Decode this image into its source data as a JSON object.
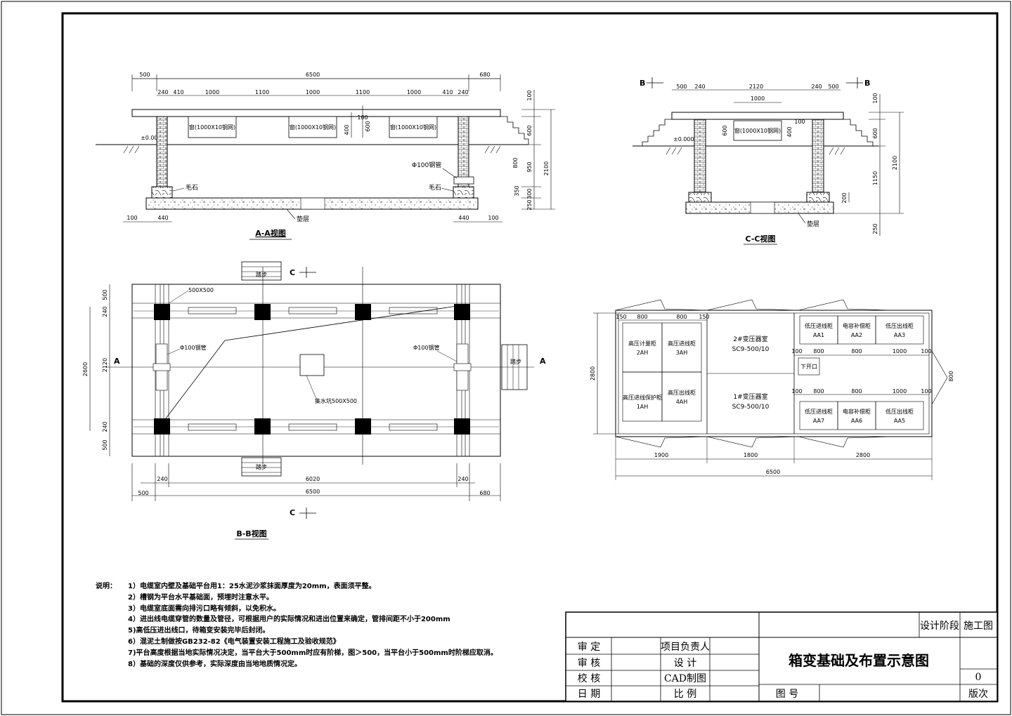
{
  "views": {
    "aa": {
      "title": "A-A视图",
      "top_dims": [
        "500",
        "6500",
        "680"
      ],
      "sub_dims": [
        "240",
        "410",
        "1000",
        "1100",
        "1000",
        "1100",
        "1000",
        "410",
        "240"
      ],
      "windows": [
        "窗(1000X10钢网)",
        "窗(1000X10钢网)",
        "窗(1000X10钢网)"
      ],
      "window_dims": [
        "100",
        "400",
        "600"
      ],
      "right_dims": [
        "100",
        "600",
        "800",
        "950",
        "350",
        "300",
        "250",
        "2100"
      ],
      "bottom_dims": [
        "100",
        "440",
        "440",
        "100"
      ],
      "stone_labels": [
        "毛石",
        "毛石"
      ],
      "pipe_label": "Φ100钢管",
      "ground_label": "±0.000",
      "base_label": "垫层"
    },
    "cc": {
      "title": "C-C视图",
      "section_marks": [
        "B",
        "B"
      ],
      "top_dims": [
        "500",
        "240",
        "2120",
        "240",
        "500"
      ],
      "window_width": "1000",
      "window_label": "窗(1000X10钢网)",
      "window_dims": [
        "100",
        "600",
        "400"
      ],
      "right_dims": [
        "100",
        "600",
        "1150",
        "250",
        "2100",
        "200"
      ],
      "ground_label": "±0.000",
      "base_label": "垫层"
    },
    "bb": {
      "title": "B-B视图",
      "section_marks": [
        "C",
        "C",
        "A",
        "A"
      ],
      "left_dims": [
        "500",
        "240",
        "2120",
        "2600",
        "240",
        "500"
      ],
      "bottom_dims": [
        "240",
        "6020",
        "240",
        "6500",
        "500",
        "680"
      ],
      "labels": {
        "column": "500X500",
        "left_pipe": "Φ100钢管",
        "right_pipe": "Φ100钢管",
        "sump": "集水坑500X500",
        "step_top": "踏步",
        "step_bottom": "踏步",
        "step_right": "踏步"
      }
    },
    "layout": {
      "top_dims": [
        "150",
        "800",
        "800",
        "150"
      ],
      "left_dim": "2800",
      "bottom_dims": [
        "1900",
        "1800",
        "2800"
      ],
      "total_dim": "6500",
      "hv_cabinets": [
        {
          "name": "高压计量柜",
          "code": "2AH"
        },
        {
          "name": "高压进线柜",
          "code": "3AH"
        },
        {
          "name": "高压进线保护柜",
          "code": "1AH"
        },
        {
          "name": "高压出线柜",
          "code": "4AH"
        }
      ],
      "transformers": [
        {
          "name": "2#变压器室",
          "model": "SC9-500/10"
        },
        {
          "name": "1#变压器室",
          "model": "SC9-500/10"
        }
      ],
      "lv_top": [
        {
          "name": "低压进线柜",
          "code": "AA1"
        },
        {
          "name": "电容补偿柜",
          "code": "AA2"
        },
        {
          "name": "低压出线柜",
          "code": "AA3"
        }
      ],
      "lv_bottom": [
        {
          "name": "低压进线柜",
          "code": "AA7"
        },
        {
          "name": "电容补偿柜",
          "code": "AA6"
        },
        {
          "name": "低压出线柜",
          "code": "AA5"
        }
      ],
      "lv_dims_top": [
        "100",
        "800",
        "800",
        "1000",
        "100"
      ],
      "lv_dims_bottom": [
        "100",
        "800",
        "800",
        "1000",
        "100"
      ],
      "side_dim": "800",
      "door_label": "下开口"
    }
  },
  "notes": {
    "heading": "说明：",
    "items": [
      "1）电缆室内壁及基础平台用1：25水泥沙浆抹面厚度为20mm，表面须平整。",
      "2）槽钢为平台水平基础面，预埋时注意水平。",
      "3）电缆室底面需向排污口略有倾斜，以免积水。",
      "4）进出线电缆穿管的数量及管径，可根据用户的实际情况和进出位置来确定，管排间距不小于200mm",
      "5)高低压进出线口，待箱变安装完毕后封闭。",
      "6）混泥土制做按GB232-82《电气装置安装工程施工及验收规范》",
      "7)平台高度根据当地实际情况决定，当平台大于500mm时应有阶梯，图＞500，当平台小于500mm时阶梯应取消。",
      "8）基础的深度仅供参考，实际深度由当地地质情况定。"
    ]
  },
  "title_block": {
    "stage_label": "设计阶段",
    "stage_value": "施工图",
    "drawing_title": "箱变基础及布置示意图",
    "rows": [
      {
        "left": "审 定",
        "mid": "项目负责人"
      },
      {
        "left": "审 核",
        "mid": "设 计"
      },
      {
        "left": "校 核",
        "mid": "CAD制图"
      },
      {
        "left": "日 期",
        "mid": "比 例"
      }
    ],
    "drawing_no_label": "图 号",
    "version_value": "0",
    "version_label": "版次"
  }
}
